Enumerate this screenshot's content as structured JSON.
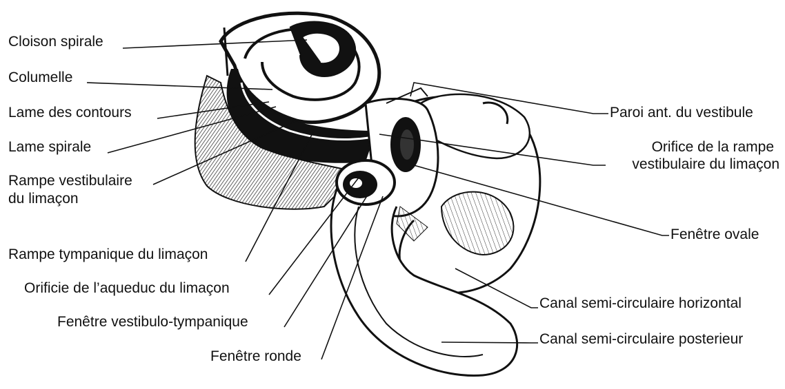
{
  "labels": {
    "left": [
      {
        "id": "cloison-spirale",
        "text": "Cloison spirale"
      },
      {
        "id": "columelle",
        "text": "Columelle"
      },
      {
        "id": "lame-des-contours",
        "text": "Lame des contours"
      },
      {
        "id": "lame-spirale",
        "text": "Lame spirale"
      },
      {
        "id": "rampe-vestibulaire",
        "line1": "Rampe vestibulaire",
        "line2": "du limaçon"
      },
      {
        "id": "rampe-tympanique",
        "text": "Rampe tympanique du limaçon"
      },
      {
        "id": "orificie-aqueduc",
        "text": "Orificie de l’aqueduc du limaçon"
      },
      {
        "id": "fenetre-vestibulo-tympanique",
        "text": "Fenêtre vestibulo-tympanique"
      },
      {
        "id": "fenetre-ronde",
        "text": "Fenêtre ronde"
      }
    ],
    "right": [
      {
        "id": "paroi-ant-vestibule",
        "text": "Paroi ant. du vestibule"
      },
      {
        "id": "orifice-rampe",
        "line1": "Orifice de la rampe",
        "line2": "vestibulaire du limaçon"
      },
      {
        "id": "fenetre-ovale",
        "text": "Fenêtre ovale"
      },
      {
        "id": "canal-horizontal",
        "text": "Canal semi-circulaire horizontal"
      },
      {
        "id": "canal-posterieur",
        "text": "Canal semi-circulaire posterieur"
      }
    ]
  },
  "colors": {
    "ink": "#111111",
    "paper": "#ffffff",
    "shade": "#555555"
  }
}
